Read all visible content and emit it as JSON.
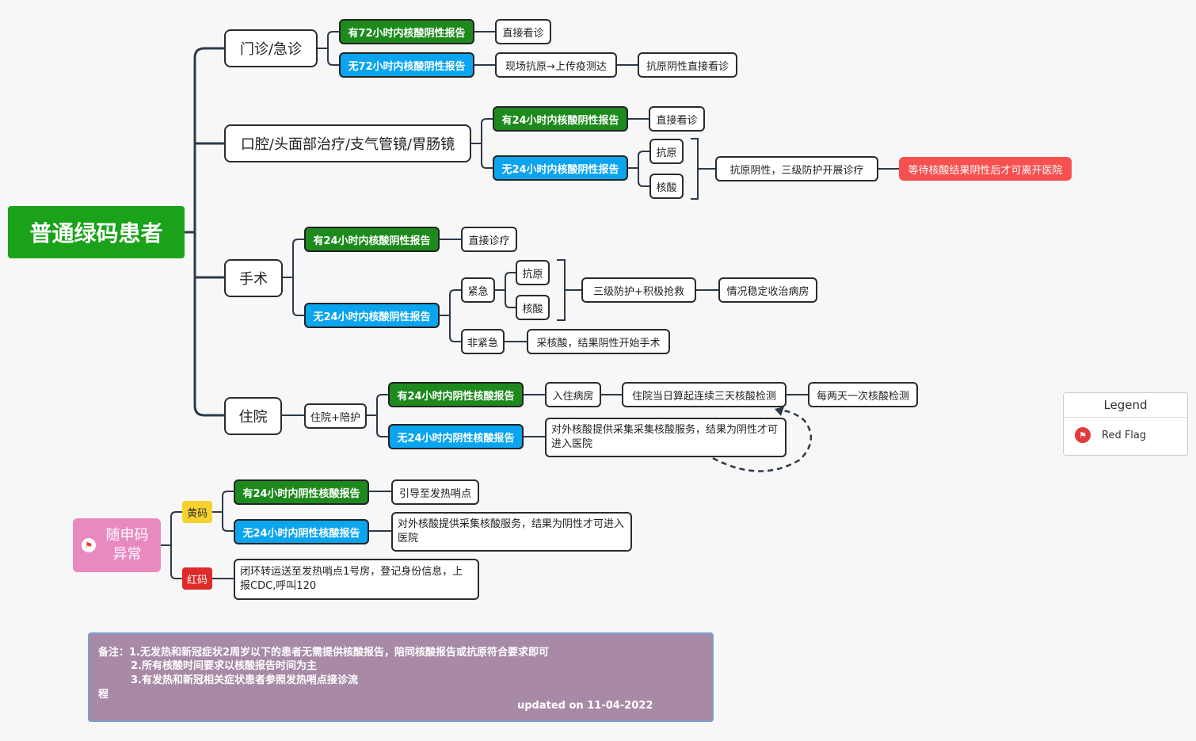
{
  "root": "普通绿码患者",
  "branches": {
    "outpatient": {
      "label": "门诊/急诊",
      "has": "有72小时内核酸阴性报告",
      "has_next": "直接看诊",
      "no": "无72小时内核酸阴性报告",
      "no_next": "现场抗原→上传疫测达",
      "no_next2": "抗原阴性直接看诊"
    },
    "oral": {
      "label": "口腔/头面部治疗/支气管镜/胃肠镜",
      "has": "有24小时内核酸阴性报告",
      "has_next": "直接看诊",
      "no": "无24小时内核酸阴性报告",
      "antigen": "抗原",
      "nucleic": "核酸",
      "result": "抗原阴性，三级防护开展诊疗",
      "flag": "等待核酸结果阴性后才可离开医院"
    },
    "surgery": {
      "label": "手术",
      "has": "有24小时内核酸阴性报告",
      "has_next": "直接诊疗",
      "no": "无24小时内核酸阴性报告",
      "urgent": "紧急",
      "antigen": "抗原",
      "nucleic": "核酸",
      "urgent_result": "三级防护+积极抢救",
      "urgent_result2": "情况稳定收治病房",
      "non_urgent": "非紧急",
      "non_urgent_result": "采核酸，结果阴性开始手术"
    },
    "inpatient": {
      "label": "住院",
      "sub": "住院+陪护",
      "has": "有24小时内阴性核酸报告",
      "has_next": "入住病房",
      "has_next2": "住院当日算起连续三天核酸检测",
      "has_next3": "每两天一次核酸检测",
      "no": "无24小时内阴性核酸报告",
      "no_next": "对外核酸提供采集采集核酸服务，结果为阴性才可进入医院"
    }
  },
  "abnormal": {
    "label_line1": "随申码",
    "label_line2": "异常",
    "yellow": "黄码",
    "yellow_has": "有24小时内阴性核酸报告",
    "yellow_has_next": "引导至发热哨点",
    "yellow_no": "无24小时内阴性核酸报告",
    "yellow_no_next": "对外核酸提供采集核酸服务，结果为阴性才可进入医院",
    "red": "红码",
    "red_next": "闭环转运送至发热哨点1号房，登记身份信息，上报CDC,呼叫120"
  },
  "legend": {
    "title": "Legend",
    "item": "Red Flag"
  },
  "note": {
    "line1": "备注：1.无发热和新冠症状2周岁以下的患者无需提供核酸报告，陪同核酸报告或抗原符合要求即可",
    "line2": "2.所有核酸时间要求以核酸报告时间为主",
    "line3": "3.有发热和新冠相关症状患者参照发热哨点接诊流",
    "line4": "程",
    "updated": "updated on 11-04-2022"
  },
  "colors": {
    "green": "#1e8a1e",
    "blue": "#0aa4ef",
    "red_flag": "#f65050",
    "pink": "#e88ac0",
    "yellow": "#f7d22e",
    "red": "#e02b2b",
    "note_bg": "#a88aa6"
  }
}
